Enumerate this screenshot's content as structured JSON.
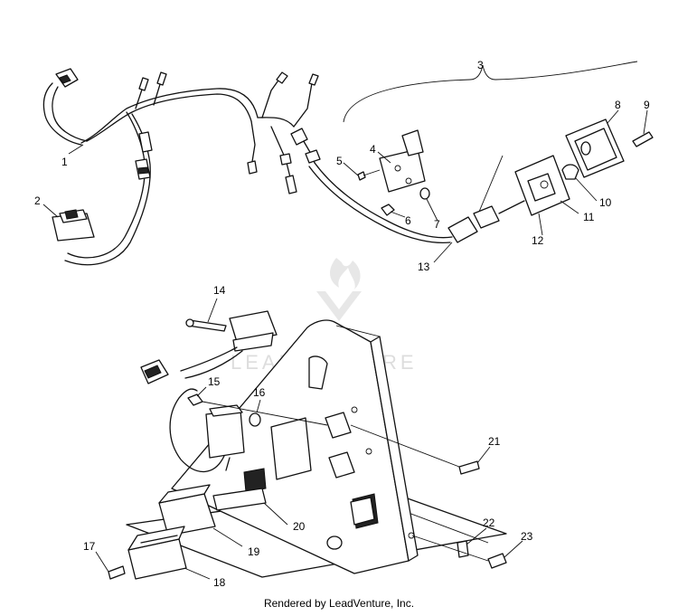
{
  "callouts": [
    "1",
    "2",
    "3",
    "4",
    "5",
    "6",
    "7",
    "8",
    "9",
    "10",
    "11",
    "12",
    "13",
    "14",
    "15",
    "16",
    "17",
    "18",
    "19",
    "20",
    "21",
    "22",
    "23"
  ],
  "watermark": "LEADVENTURE",
  "footer": "Rendered by LeadVenture, Inc."
}
